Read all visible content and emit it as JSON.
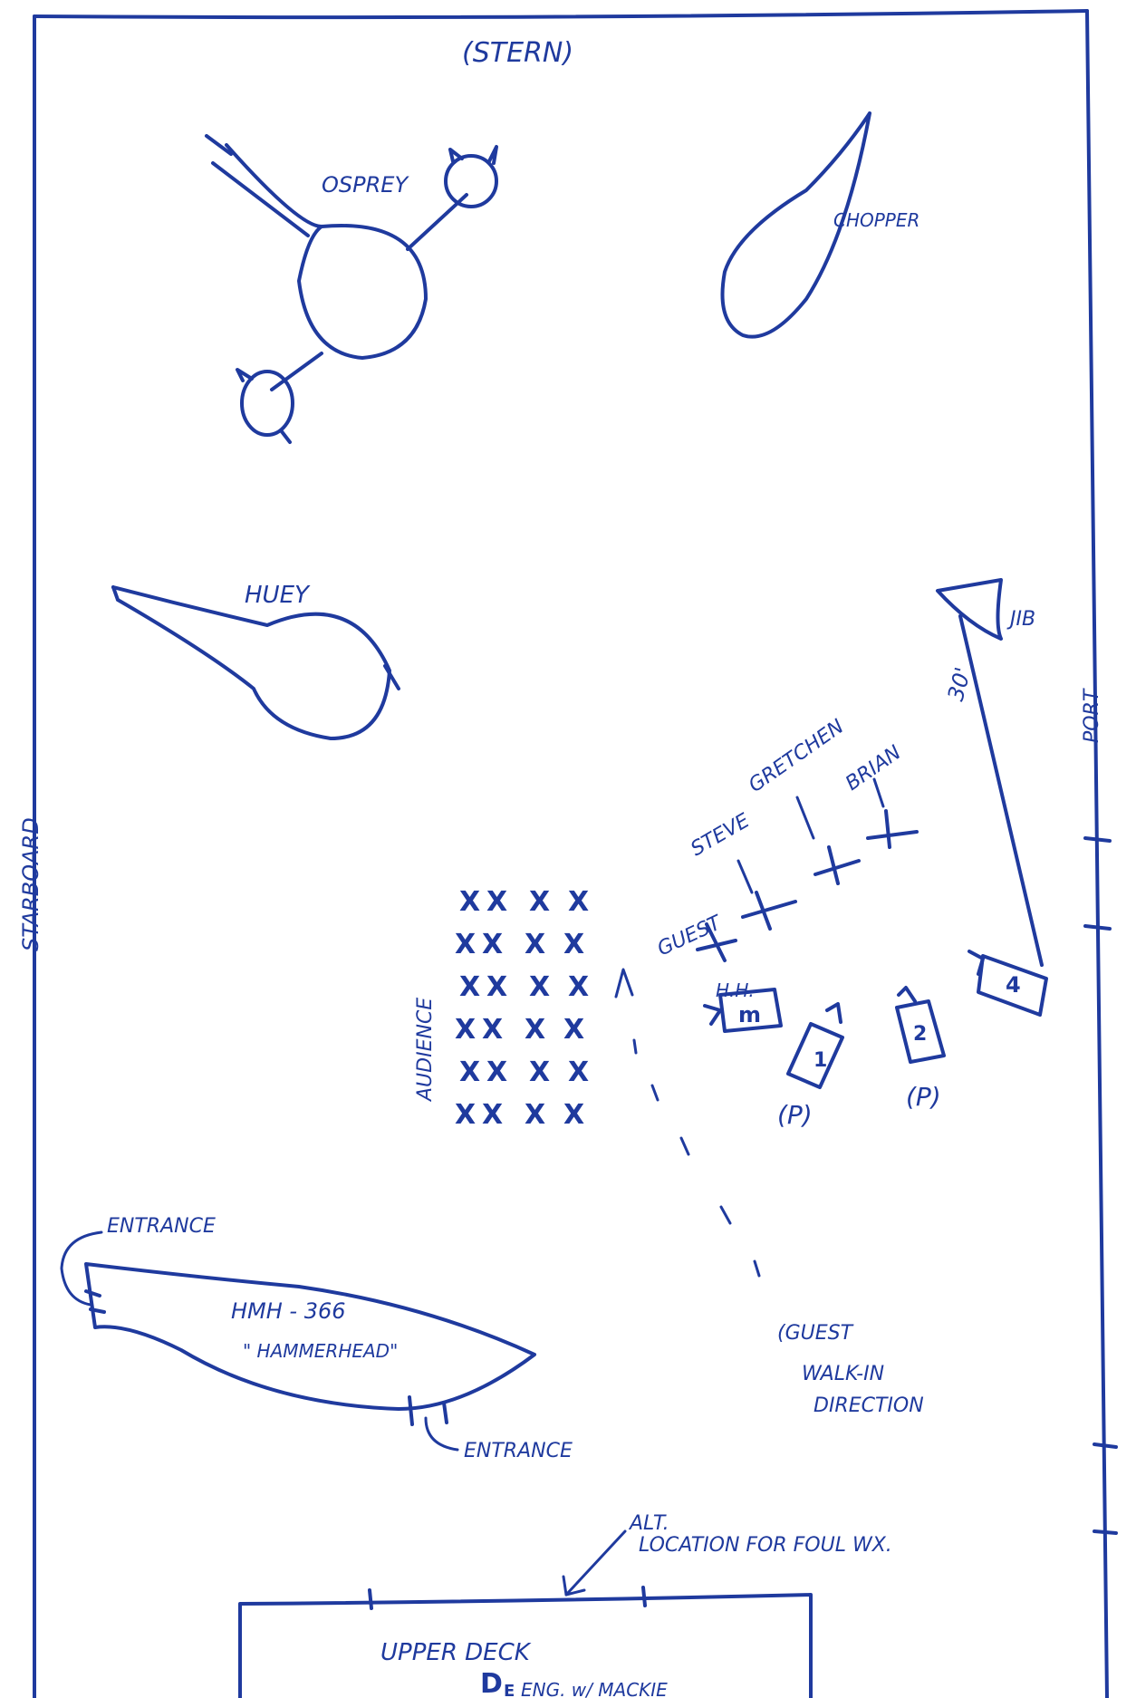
{
  "orientation": {
    "stern": "(STERN)",
    "starboard": "STARBOARD",
    "port": "PORT"
  },
  "aircraft": {
    "osprey": "OSPREY",
    "chopper": "CHOPPER",
    "huey": "HUEY",
    "hmh": {
      "line1": "HMH - 366",
      "line2": "\" HAMMERHEAD\""
    }
  },
  "entrances": {
    "top": "ENTRANCE",
    "bottom": "ENTRANCE"
  },
  "jib": {
    "label": "JIB",
    "length": "30'"
  },
  "people": {
    "guest": "GUEST",
    "steve": "STEVE",
    "gretchen": "GRETCHEN",
    "brian": "BRIAN",
    "hh": "H.H."
  },
  "audience": {
    "label": "AUDIENCE",
    "rows": [
      [
        "X",
        "X",
        "X",
        "X"
      ],
      [
        "X",
        "X",
        "X",
        "X"
      ],
      [
        "X",
        "X",
        "X",
        "X"
      ],
      [
        "X",
        "X",
        "X",
        "X"
      ],
      [
        "X",
        "X",
        "X",
        "X"
      ],
      [
        "X",
        "X",
        "X",
        "X"
      ]
    ]
  },
  "cameras": {
    "m": "m",
    "cam1": "1",
    "cam2": "2",
    "cam4": "4",
    "pedestal1": "(P)",
    "pedestal2": "(P)"
  },
  "walk_in": {
    "line1": "(GUEST",
    "line2": "WALK-IN",
    "line3": "DIRECTION"
  },
  "foul_weather": {
    "line1": "ALT.",
    "line2": "LOCATION FOR FOUL WX."
  },
  "upper_deck": {
    "title": "UPPER DECK",
    "d_mark": "D",
    "e_mark": "E",
    "note": "ENG. w/ MACKIE"
  },
  "colors": {
    "ink": "#1f3a9e",
    "paper": "#ffffff"
  }
}
